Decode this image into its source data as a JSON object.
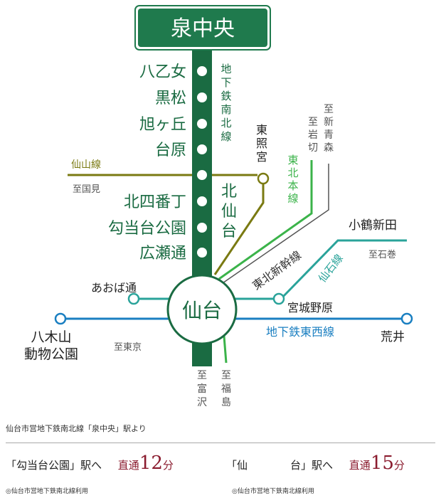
{
  "title": "泉中央",
  "subway_line_vertical": [
    "地",
    "下",
    "鉄",
    "南",
    "北",
    "線"
  ],
  "stations_left": [
    "八乙女",
    "黒松",
    "旭ヶ丘",
    "台原"
  ],
  "stations_lower": [
    "北四番丁",
    "勾当台公園",
    "広瀬通"
  ],
  "kitasendai": [
    "北",
    "仙",
    "台"
  ],
  "sendai": "仙台",
  "senzan_line": "仙山線",
  "to_kunimi": "至国見",
  "toshogu": [
    "東",
    "照",
    "宮"
  ],
  "tohoku_honsen": [
    "東",
    "北",
    "本",
    "線"
  ],
  "to_shinaomori": [
    "至",
    "新",
    "青",
    "森"
  ],
  "to_iwakiri": [
    "至",
    "岩",
    "切"
  ],
  "shinkansen": "東北新幹線",
  "kotsurushinden": "小鶴新田",
  "to_ishinomaki": "至石巻",
  "senseki_line": "仙石線",
  "aobadori": "あおば通",
  "miyaginohara": "宮城野原",
  "yagiyama": [
    "八木山",
    "動物公園"
  ],
  "tozai_line": "地下鉄東西線",
  "arai": "荒井",
  "to_tokyo": "至東京",
  "to_tomizawa": [
    "至",
    "富",
    "沢"
  ],
  "to_fukushima": [
    "至",
    "福",
    "島"
  ],
  "colors": {
    "namboku": "#1a6b42",
    "title_bg": "#1f7a4d",
    "senzan": "#7a7a12",
    "tohoku_honsen": "#3bb34a",
    "shinkansen": "#555555",
    "senseki": "#2aa39a",
    "tozai": "#1a7fc1"
  },
  "footer": {
    "source": "仙台市営地下鉄南北線「泉中央」駅より",
    "left_station": "「勾当台公園」駅へ",
    "left_direct": "直通",
    "left_minutes": "12",
    "left_unit": "分",
    "left_note": "◎仙台市営地下鉄南北線利用",
    "right_station": "「仙　　　　台」駅へ",
    "right_direct": "直通",
    "right_minutes": "15",
    "right_unit": "分",
    "right_note": "◎仙台市営地下鉄南北線利用"
  }
}
